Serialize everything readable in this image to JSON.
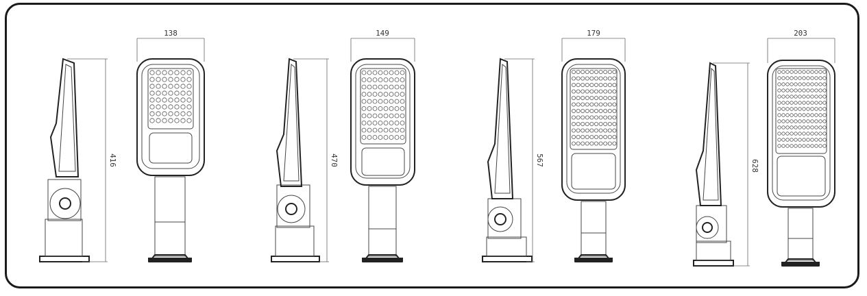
{
  "figure": {
    "dimensions": [
      {
        "width": "138",
        "height": "416"
      },
      {
        "width": "149",
        "height": "470"
      },
      {
        "width": "179",
        "height": "567"
      },
      {
        "width": "203",
        "height": "628"
      }
    ]
  }
}
